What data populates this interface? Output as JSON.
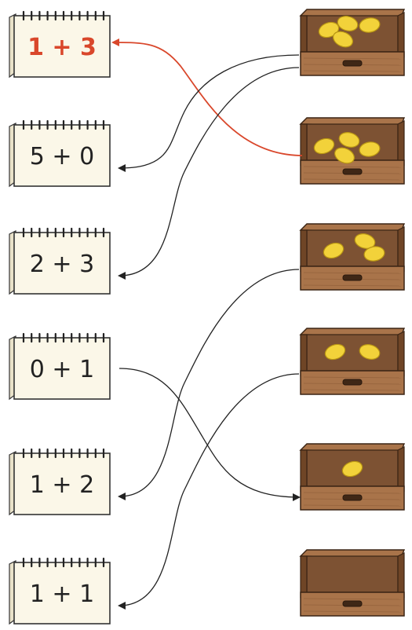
{
  "cards": [
    {
      "expression": "1 + 3",
      "highlight": true
    },
    {
      "expression": "5 + 0",
      "highlight": false
    },
    {
      "expression": "2 + 3",
      "highlight": false
    },
    {
      "expression": "0 + 1",
      "highlight": false
    },
    {
      "expression": "1 + 2",
      "highlight": false
    },
    {
      "expression": "1 + 1",
      "highlight": false
    }
  ],
  "boxes": [
    {
      "lemon_count": 4
    },
    {
      "lemon_count": 4
    },
    {
      "lemon_count": 3
    },
    {
      "lemon_count": 2
    },
    {
      "lemon_count": 1
    },
    {
      "lemon_count": 0
    }
  ],
  "connections": [
    {
      "card": 0,
      "box": 1,
      "color": "#d9472b"
    },
    {
      "card": 1,
      "box": 0,
      "color": "#222222"
    },
    {
      "card": 2,
      "box": 0,
      "color": "#222222"
    },
    {
      "card": 3,
      "box": 4,
      "color": "#222222"
    },
    {
      "card": 4,
      "box": 2,
      "color": "#222222"
    },
    {
      "card": 5,
      "box": 3,
      "color": "#222222"
    }
  ],
  "colors": {
    "highlight_text": "#d9472b",
    "normal_text": "#222222",
    "card_fill": "#fbf7e8",
    "box_wood": "#a9744a",
    "box_dark": "#6f4526",
    "box_inner": "#7d5233",
    "lemon": "#f2d23a",
    "lemon_edge": "#b89513"
  }
}
